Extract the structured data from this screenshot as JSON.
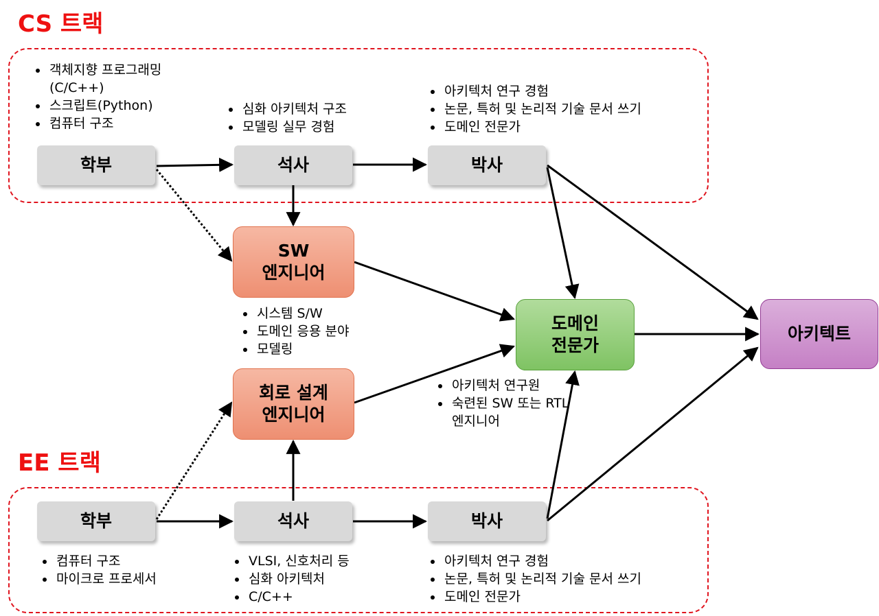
{
  "cs_track": {
    "title": "CS 트랙",
    "undergrad": {
      "label": "학부",
      "notes": [
        "객체지향 프로그래밍(C/C++)",
        "스크립트(Python)",
        "컴퓨터 구조"
      ]
    },
    "master": {
      "label": "석사",
      "notes": [
        "심화 아키텍처 구조",
        "모델링 실무 경험"
      ]
    },
    "phd": {
      "label": "박사",
      "notes": [
        "아키텍처 연구 경험",
        "논문, 특허 및 논리적 기술 문서 쓰기",
        "도메인 전문가"
      ]
    }
  },
  "ee_track": {
    "title": "EE 트랙",
    "undergrad": {
      "label": "학부",
      "notes": [
        "컴퓨터 구조",
        "마이크로 프로세서"
      ]
    },
    "master": {
      "label": "석사",
      "notes": [
        "VLSI, 신호처리 등",
        "심화 아키텍처",
        "C/C++"
      ]
    },
    "phd": {
      "label": "박사",
      "notes": [
        "아키텍처 연구 경험",
        "논문, 특허 및 논리적 기술 문서 쓰기",
        "도메인 전문가"
      ]
    }
  },
  "sw_engineer": {
    "label_line1": "SW",
    "label_line2": "엔지니어",
    "notes": [
      "시스템 S/W",
      "도메인 응용 분야",
      "모델링"
    ]
  },
  "circuit_engineer": {
    "label_line1": "회로 설계",
    "label_line2": "엔지니어"
  },
  "domain_expert": {
    "label_line1": "도메인",
    "label_line2": "전문가",
    "notes": [
      "아키텍처 연구원",
      "숙련된 SW 또는 RTL 엔지니어"
    ]
  },
  "architect": {
    "label": "아키텍트"
  },
  "colors": {
    "track_accent": "#e0141e",
    "stage_box": "#d9d9d9",
    "engineer_box": "#f2a58c",
    "domain_box": "#9ccf84",
    "architect_box": "#cf94cf"
  }
}
